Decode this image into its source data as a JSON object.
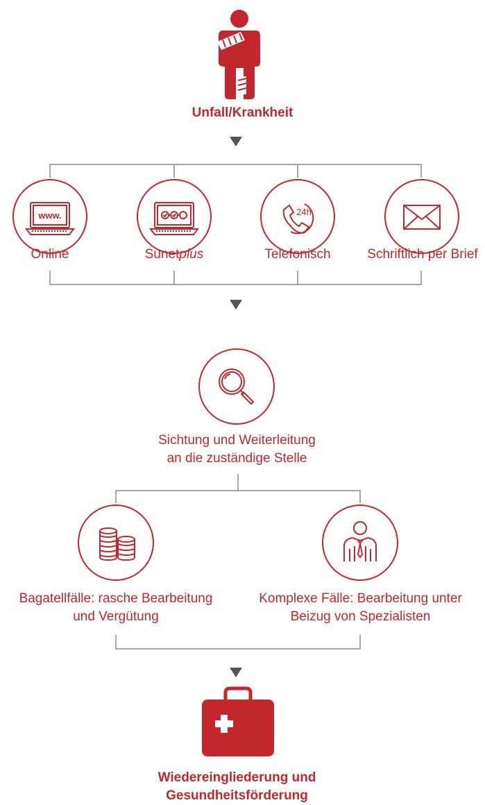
{
  "start": {
    "label": "Unfall/Krankheit"
  },
  "channels": [
    {
      "label": "Online",
      "icon": "laptop-www-icon",
      "icon_text": "www."
    },
    {
      "label_prefix": "Sunet",
      "label_italic": "plus",
      "icon": "laptop-checklist-icon"
    },
    {
      "label": "Telefonisch",
      "icon": "phone-24h-icon",
      "icon_text": "24h"
    },
    {
      "label": "Schriftlich per Brief",
      "icon": "envelope-icon"
    }
  ],
  "triage": {
    "icon": "magnifier-icon",
    "label_line1": "Sichtung und Weiterleitung",
    "label_line2": "an die zuständige Stelle"
  },
  "cases": [
    {
      "icon": "coins-icon",
      "label_line1": "Bagatellfälle: rasche Bearbeitung",
      "label_line2": "und Vergütung"
    },
    {
      "icon": "specialist-icon",
      "label_line1": "Komplexe Fälle: Bearbeitung unter",
      "label_line2": "Beizug von Spezialisten"
    }
  ],
  "end": {
    "icon": "first-aid-kit-icon",
    "label_line1": "Wiedereingliederung und",
    "label_line2": "Gesundheitsförderung"
  },
  "colors": {
    "accent": "#c1272d",
    "connector": "#888888",
    "arrow": "#555555"
  }
}
